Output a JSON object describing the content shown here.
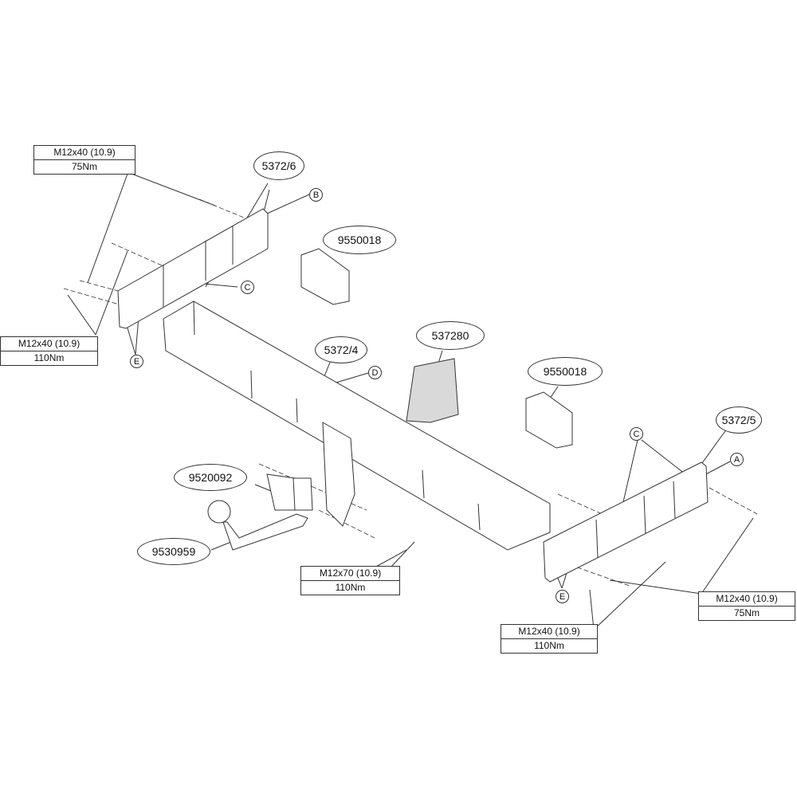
{
  "specs": {
    "top_left": {
      "bolt": "M12x40 (10.9)",
      "torque": "75Nm"
    },
    "mid_left": {
      "bolt": "M12x40 (10.9)",
      "torque": "110Nm"
    },
    "center": {
      "bolt": "M12x70 (10.9)",
      "torque": "110Nm"
    },
    "right": {
      "bolt": "M12x40 (10.9)",
      "torque": "75Nm"
    },
    "bottom_right": {
      "bolt": "M12x40 (10.9)",
      "torque": "110Nm"
    }
  },
  "parts": {
    "left_bracket": "5372/6",
    "spacer_left": "9550018",
    "bracket_kit": "537280",
    "cross_bar": "5372/4",
    "spacer_right": "9550018",
    "right_bracket": "5372/5",
    "socket_plate": "9520092",
    "tow_ball": "9530959"
  },
  "letters": {
    "a": "A",
    "b": "B",
    "c_left": "C",
    "c_right": "C",
    "d": "D",
    "e_left": "E",
    "e_right": "E"
  },
  "colors": {
    "line": "#333333",
    "fill": "#ffffff",
    "shade": "#d9d9d9"
  }
}
